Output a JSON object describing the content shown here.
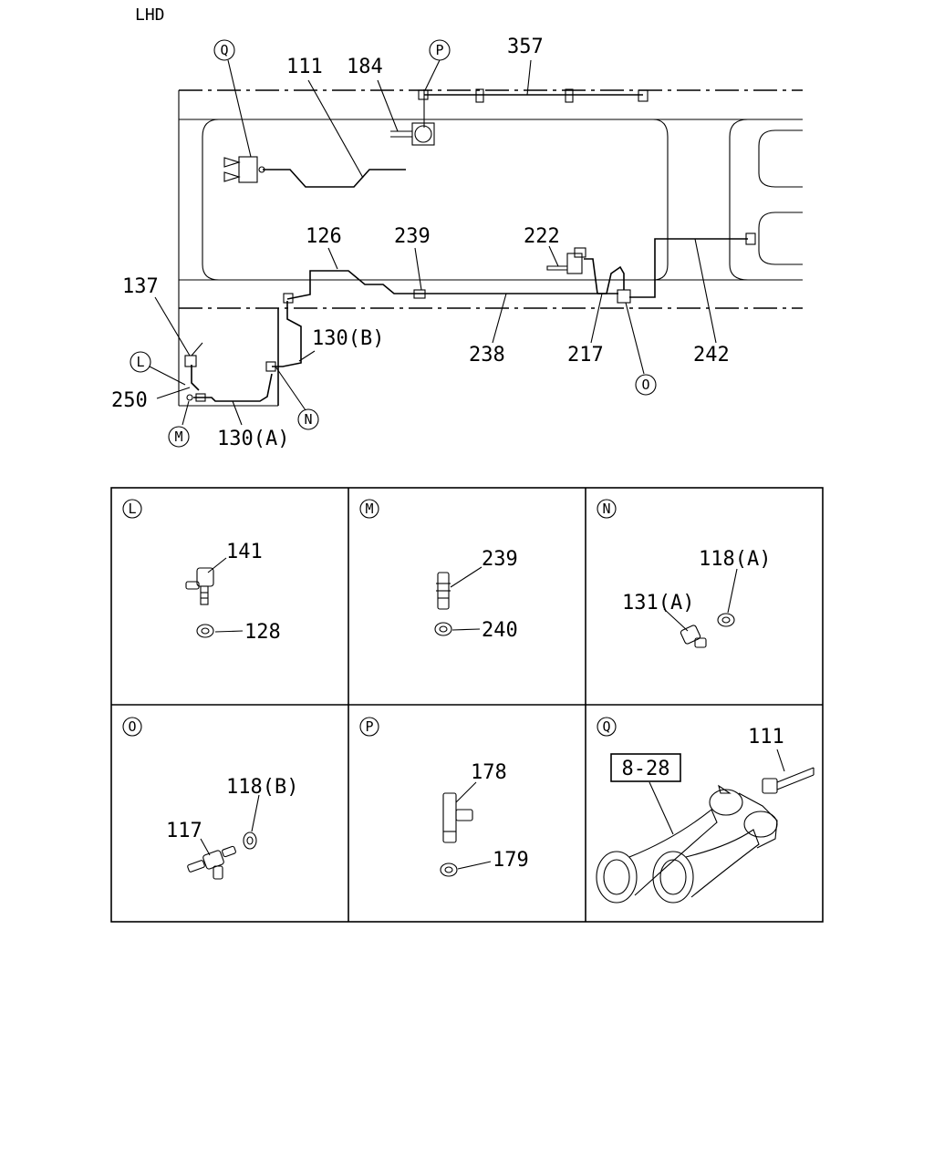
{
  "title": "LHD",
  "overview": {
    "callouts": {
      "Q": "Q",
      "P": "P",
      "L": "L",
      "M": "M",
      "N": "N",
      "O": "O"
    },
    "labels": {
      "p111": "111",
      "p184": "184",
      "p357": "357",
      "p126": "126",
      "p239": "239",
      "p222": "222",
      "p137": "137",
      "p130b": "130(B)",
      "p250": "250",
      "p130a": "130(A)",
      "p238": "238",
      "p217": "217",
      "p242": "242"
    }
  },
  "details": [
    {
      "letter": "L",
      "parts": [
        "141",
        "128"
      ]
    },
    {
      "letter": "M",
      "parts": [
        "239",
        "240"
      ]
    },
    {
      "letter": "N",
      "parts": [
        "118(A)",
        "131(A)"
      ]
    },
    {
      "letter": "O",
      "parts": [
        "118(B)",
        "117"
      ]
    },
    {
      "letter": "P",
      "parts": [
        "178",
        "179"
      ]
    },
    {
      "letter": "Q",
      "parts": [
        "111",
        "8-28"
      ]
    }
  ]
}
